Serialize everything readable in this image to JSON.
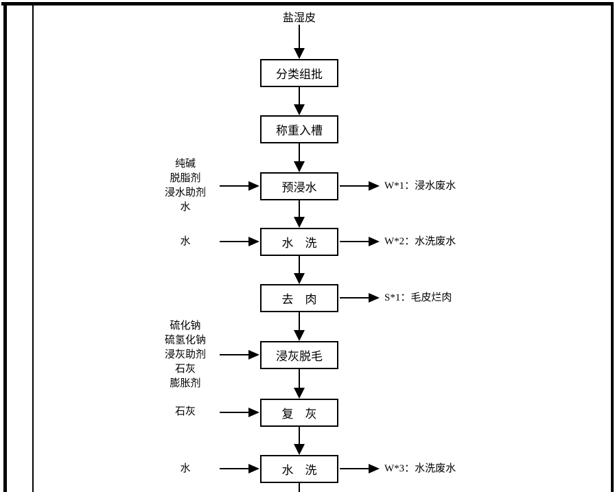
{
  "diagram": {
    "start_label": "盐湿皮",
    "boxes": [
      {
        "label": "分类组批"
      },
      {
        "label": "称重入槽"
      },
      {
        "label": "预浸水"
      },
      {
        "label": "水　洗"
      },
      {
        "label": "去　肉"
      },
      {
        "label": "浸灰脱毛"
      },
      {
        "label": "复　灰"
      },
      {
        "label": "水　洗"
      }
    ],
    "inputs": [
      {
        "lines": [
          "纯碱",
          "脱脂剂",
          "浸水助剂",
          "水"
        ]
      },
      {
        "lines": [
          "水"
        ]
      },
      {
        "lines": [
          "硫化钠",
          "硫氢化钠",
          "浸灰助剂",
          "石灰",
          "膨胀剂"
        ]
      },
      {
        "lines": [
          "石灰"
        ]
      },
      {
        "lines": [
          "水"
        ]
      }
    ],
    "outputs": [
      {
        "label": "W*1：浸水废水"
      },
      {
        "label": "W*2：水洗废水"
      },
      {
        "label": "S*1：毛皮烂肉"
      },
      {
        "label": "W*3：水洗废水"
      }
    ],
    "colors": {
      "line": "#000000",
      "background": "#ffffff"
    }
  }
}
